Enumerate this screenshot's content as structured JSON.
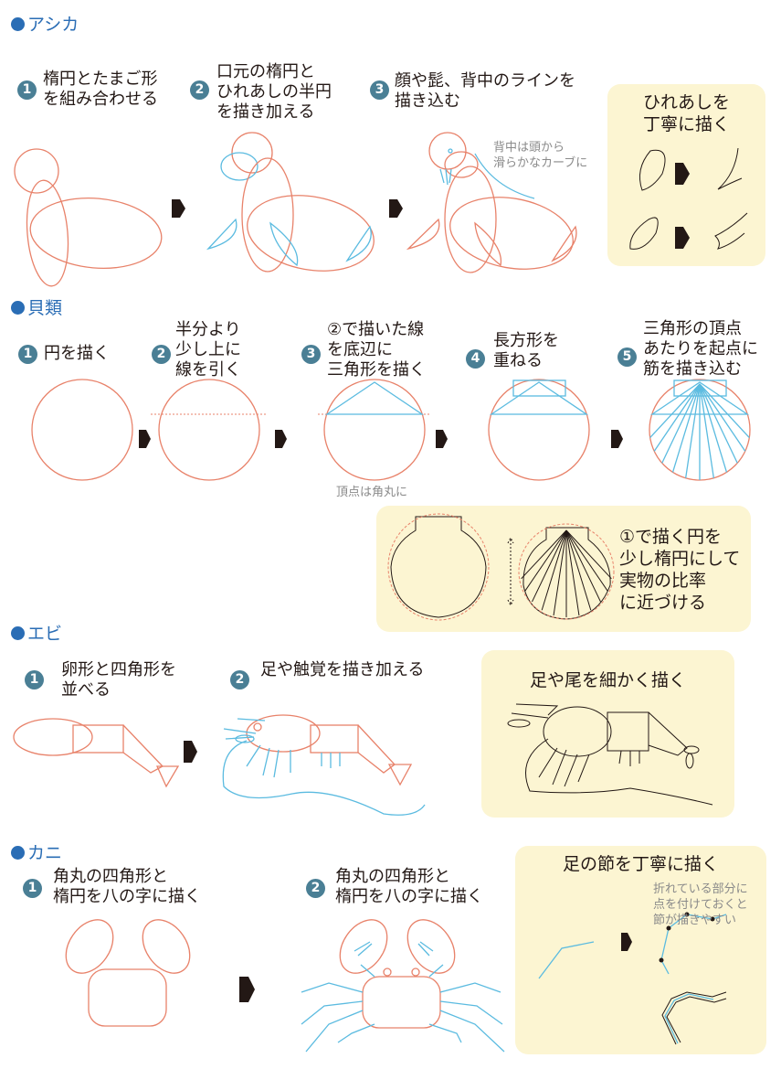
{
  "sections": {
    "sealion": {
      "title": "アシカ",
      "steps": [
        {
          "num": "1",
          "text": "楕円とたまご形\nを組み合わせる"
        },
        {
          "num": "2",
          "text": "口元の楕円と\nひれあしの半円\nを描き加える"
        },
        {
          "num": "3",
          "text": "顔や髭、背中のラインを\n描き込む"
        }
      ],
      "note": "背中は頭から\n滑らかなカーブに",
      "tip": "ひれあしを\n丁寧に描く"
    },
    "shell": {
      "title": "貝類",
      "steps": [
        {
          "num": "1",
          "text": "円を描く"
        },
        {
          "num": "2",
          "text": "半分より\n少し上に\n線を引く"
        },
        {
          "num": "3",
          "text": "②で描いた線\nを底辺に\n三角形を描く"
        },
        {
          "num": "4",
          "text": "長方形を\n重ねる"
        },
        {
          "num": "5",
          "text": "三角形の頂点\nあたりを起点に\n筋を描き込む"
        }
      ],
      "note": "頂点は角丸に",
      "tip": "①で描く円を\n少し楕円にして\n実物の比率\nに近づける"
    },
    "shrimp": {
      "title": "エビ",
      "steps": [
        {
          "num": "1",
          "text": "卵形と四角形を\n並べる"
        },
        {
          "num": "2",
          "text": "足や触覚を描き加える"
        }
      ],
      "tip": "足や尾を細かく描く"
    },
    "crab": {
      "title": "カニ",
      "steps": [
        {
          "num": "1",
          "text": "角丸の四角形と\n楕円を八の字に描く"
        },
        {
          "num": "2",
          "text": "角丸の四角形と\n楕円を八の字に描く"
        }
      ],
      "tip": "足の節を丁寧に描く",
      "note": "折れている部分に\n点を付けておくと\n節が描きやすい"
    }
  },
  "colors": {
    "heading": "#2a6db5",
    "badge": "#4a7f95",
    "sketch": "#e8826a",
    "added": "#5bbbe0",
    "tip_bg": "#fcf5d2"
  }
}
